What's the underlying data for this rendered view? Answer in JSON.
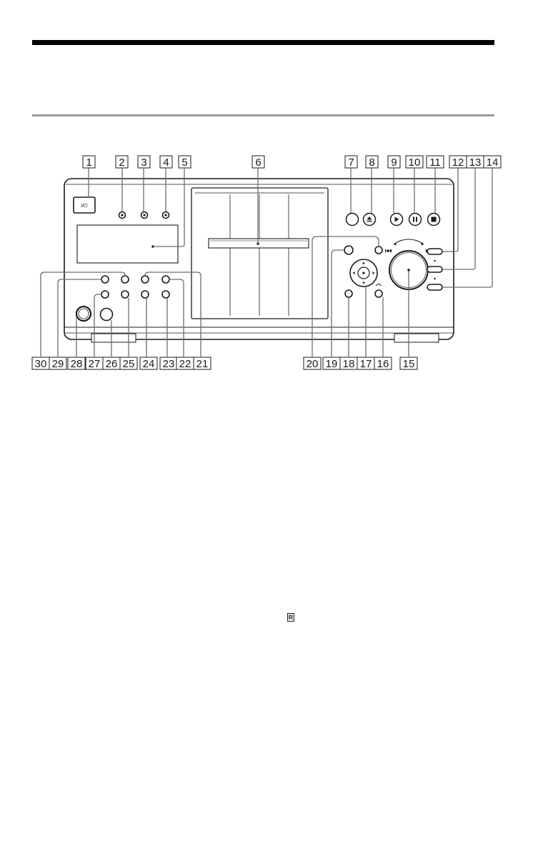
{
  "callouts": [
    "1",
    "2",
    "3",
    "4",
    "5",
    "6",
    "7",
    "8",
    "9",
    "10",
    "11",
    "12",
    "13",
    "14",
    "15",
    "16",
    "17",
    "18",
    "19",
    "20",
    "21",
    "22",
    "23",
    "24",
    "25",
    "26",
    "27",
    "28",
    "29",
    "30"
  ],
  "power_button_label": "I/⏻",
  "remote_sensor_mark": "R",
  "icons": {
    "open_close": "eject-icon",
    "play": "play-icon",
    "pause": "pause-icon",
    "stop": "stop-icon",
    "prev": "previous-icon",
    "next": "next-icon",
    "headphones": "headphones-icon"
  },
  "colors": {
    "ink": "#1a1a1a",
    "leader": "#6d6d6d",
    "rule_mid": "#9a9a9a"
  }
}
